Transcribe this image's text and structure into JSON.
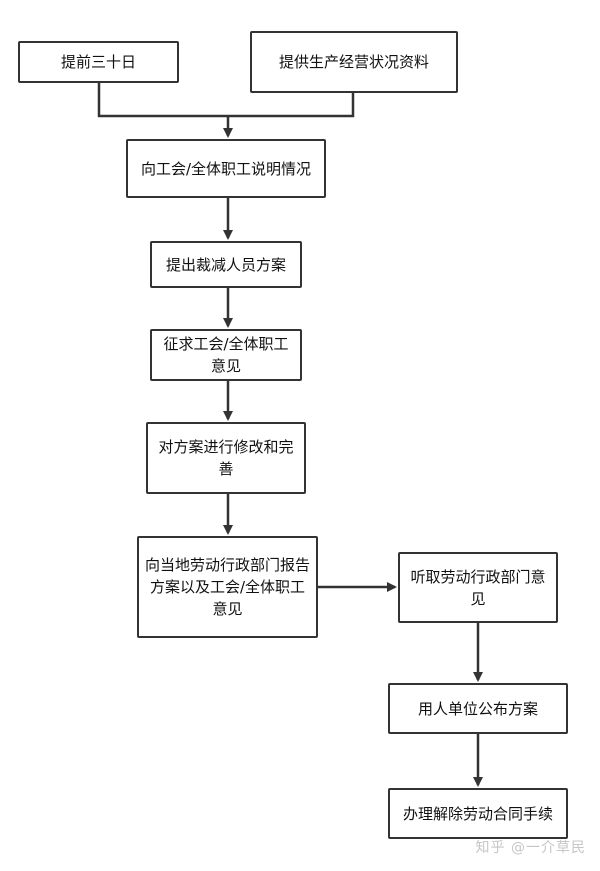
{
  "nodes": {
    "n1": "提前三十日",
    "n2": "提供生产经营状况资料",
    "n3": "向工会/全体职工说明情况",
    "n4": "提出裁减人员方案",
    "n5": "征求工会/全体职工意见",
    "n6": "对方案进行修改和完善",
    "n7": "向当地劳动行政部门报告方案以及工会/全体职工意见",
    "n8": "听取劳动行政部门意见",
    "n9": "用人单位公布方案",
    "n10": "办理解除劳动合同手续"
  },
  "watermark": "知乎 @一介草民",
  "colors": {
    "line": "#333333",
    "border": "#333333",
    "text": "#111111"
  }
}
